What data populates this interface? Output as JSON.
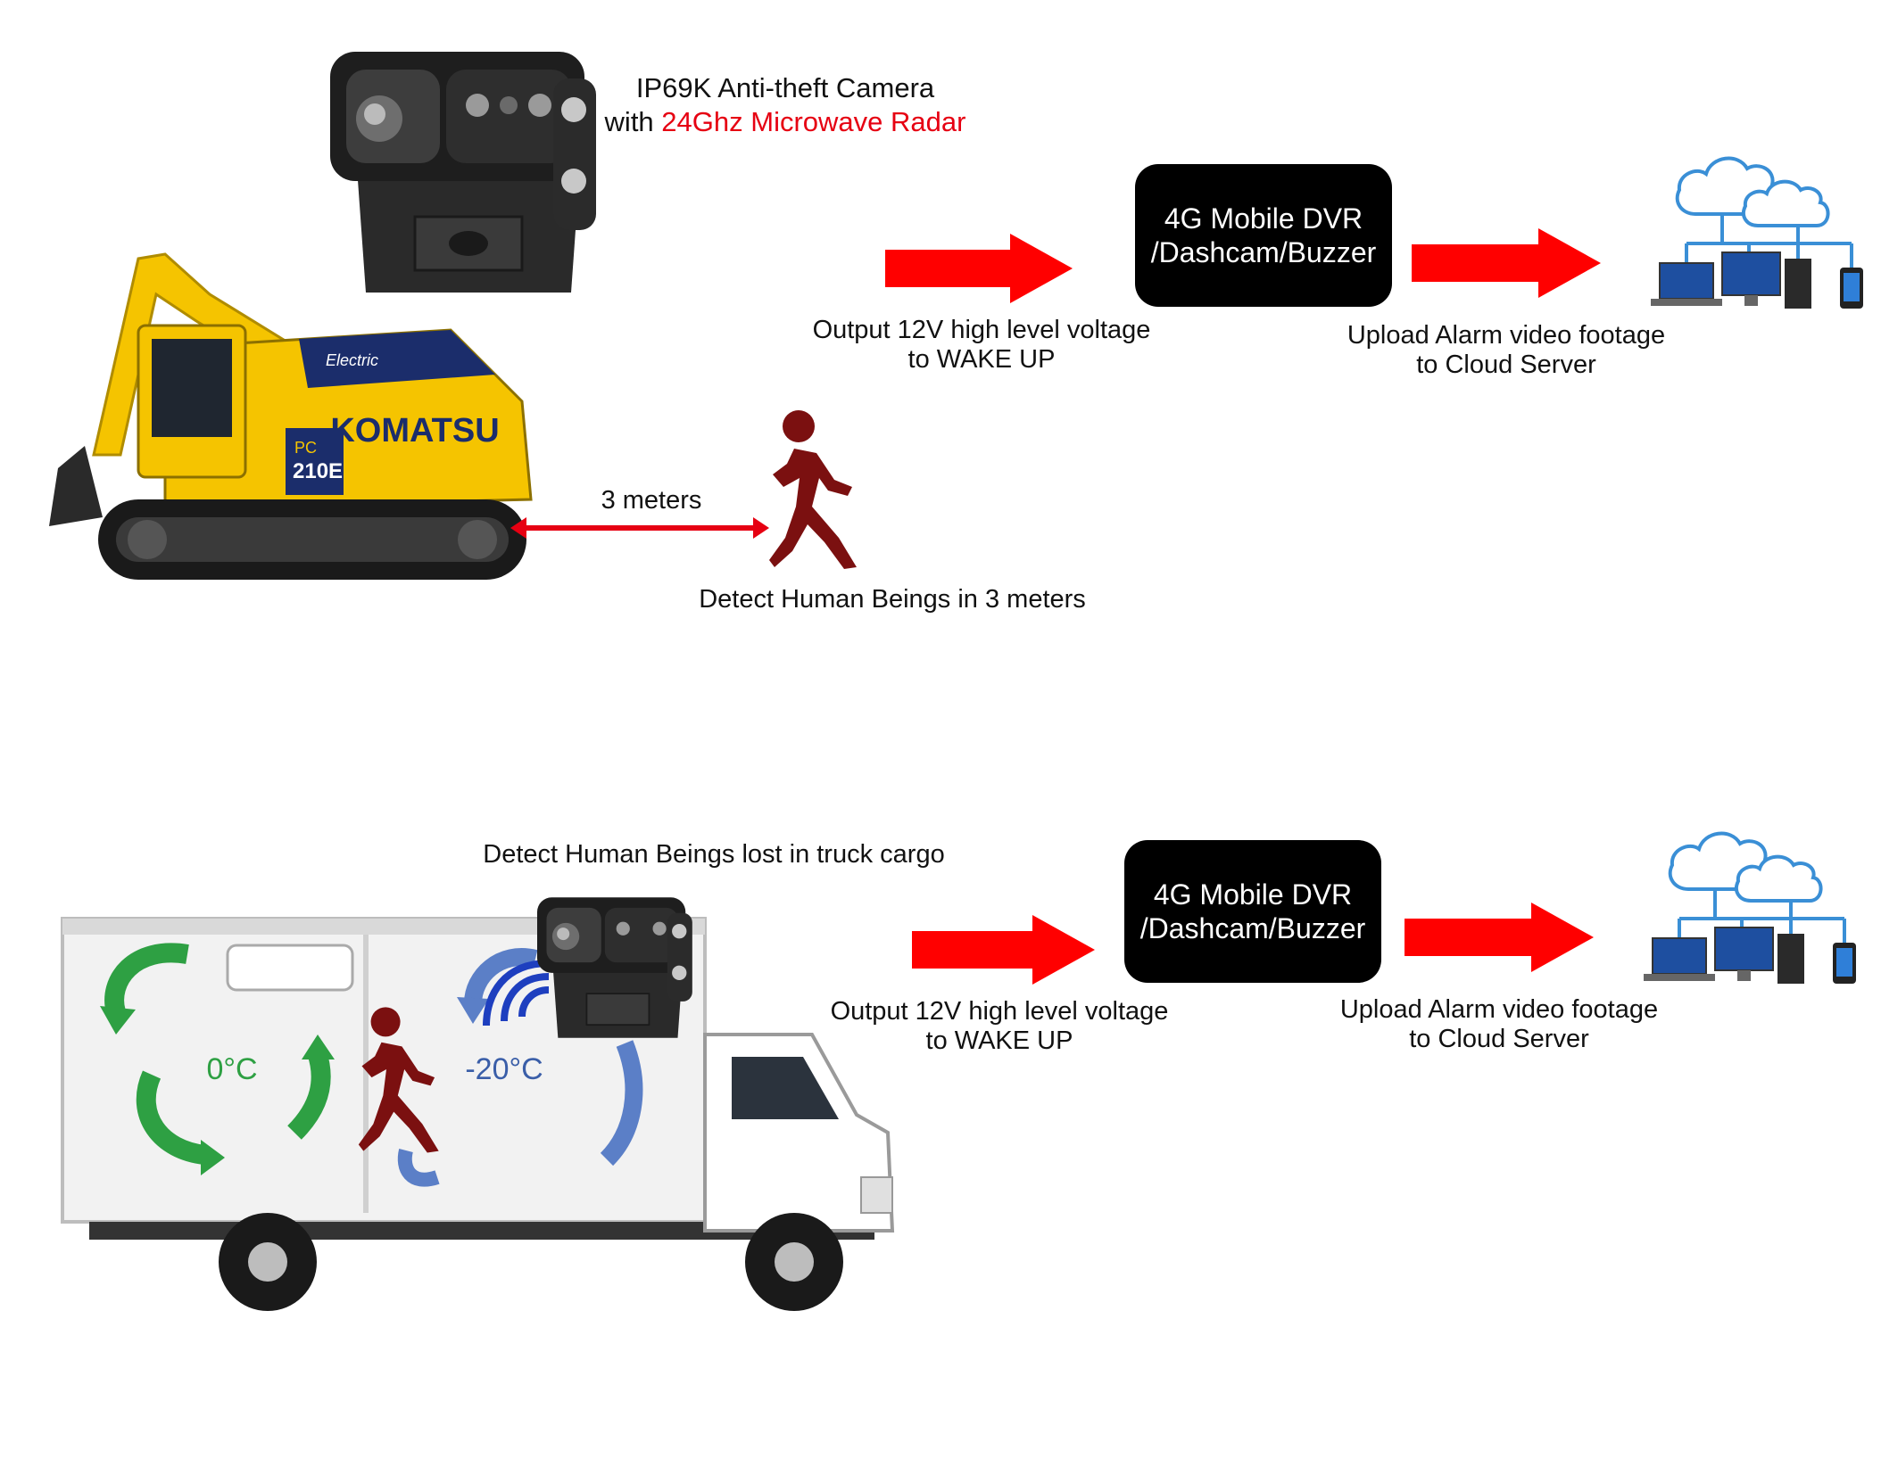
{
  "top": {
    "camera_title_line1": "IP69K Anti-theft Camera",
    "camera_title_line2_prefix": "with ",
    "camera_title_line2_highlight": "24Ghz Microwave Radar",
    "output_line1": "Output 12V high level voltage",
    "output_line2": "to WAKE UP",
    "dvr_line1": "4G Mobile DVR",
    "dvr_line2": "/Dashcam/Buzzer",
    "upload_line1": "Upload Alarm video footage",
    "upload_line2": "to Cloud Server",
    "distance_label": "3 meters",
    "detect_label": "Detect Human Beings in 3 meters",
    "excavator_brand": "KOMATSU",
    "excavator_model": "PC",
    "excavator_model_num": "210E",
    "excavator_badge": "Electric"
  },
  "bottom": {
    "detect_label": "Detect Human Beings lost in truck cargo",
    "temp_left": "0°C",
    "temp_right": "-20°C",
    "output_line1": "Output 12V high level voltage",
    "output_line2": "to WAKE UP",
    "dvr_line1": "4G Mobile DVR",
    "dvr_line2": "/Dashcam/Buzzer",
    "upload_line1": "Upload Alarm video footage",
    "upload_line2": "to Cloud Server"
  },
  "colors": {
    "arrow_red": "#ff0000",
    "highlight_red": "#e60012",
    "person": "#7b1010",
    "excavator_yellow": "#f5c400",
    "cloud_blue": "#3a8fd6",
    "green_arrow": "#2ea043",
    "blue_arrow": "#5b7fc7"
  },
  "icons": [
    "camera-icon",
    "excavator-icon",
    "truck-icon",
    "person-walking-icon",
    "cloud-network-icon",
    "arrow-right-icon",
    "double-arrow-icon"
  ]
}
